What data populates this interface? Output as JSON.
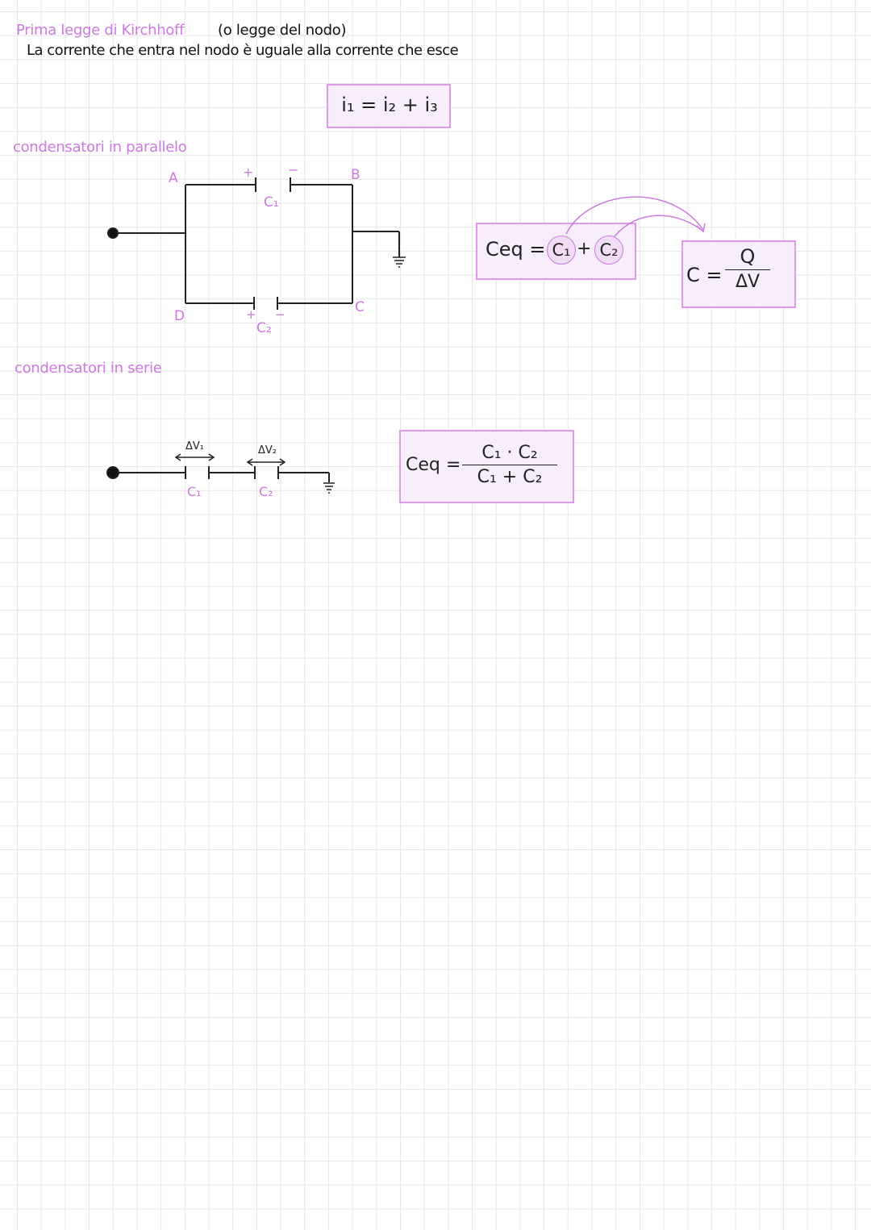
{
  "heading": {
    "title": "Prima legge di Kirchhoff",
    "subtitle": "(o legge del nodo)",
    "statement": "La corrente che entra nel nodo è uguale alla corrente che esce"
  },
  "kirchhoff_formula": "i₁ = i₂ + i₃",
  "parallel": {
    "title": "condensatori in parallelo",
    "label_a": "A",
    "label_b": "B",
    "label_c": "C",
    "label_d": "D",
    "c1": "C₁",
    "c2": "C₂",
    "plus": "+",
    "minus": "−",
    "formula_lhs": "Ceq =",
    "formula_c1": "C₁",
    "formula_plus": "+",
    "formula_c2": "C₂",
    "capacity_lhs": "C =",
    "capacity_num": "Q",
    "capacity_den": "ΔV"
  },
  "series": {
    "title": "condensatori in serie",
    "dv1": "ΔV₁",
    "dv2": "ΔV₂",
    "c1": "C₁",
    "c2": "C₂",
    "formula_lhs": "Ceq =",
    "formula_num": "C₁ · C₂",
    "formula_den": "C₁ + C₂"
  },
  "colors": {
    "accent_pink": "#cc7ae0",
    "box_border": "#dc9ae8",
    "box_fill": "#f8eefb",
    "ink": "#111111"
  }
}
